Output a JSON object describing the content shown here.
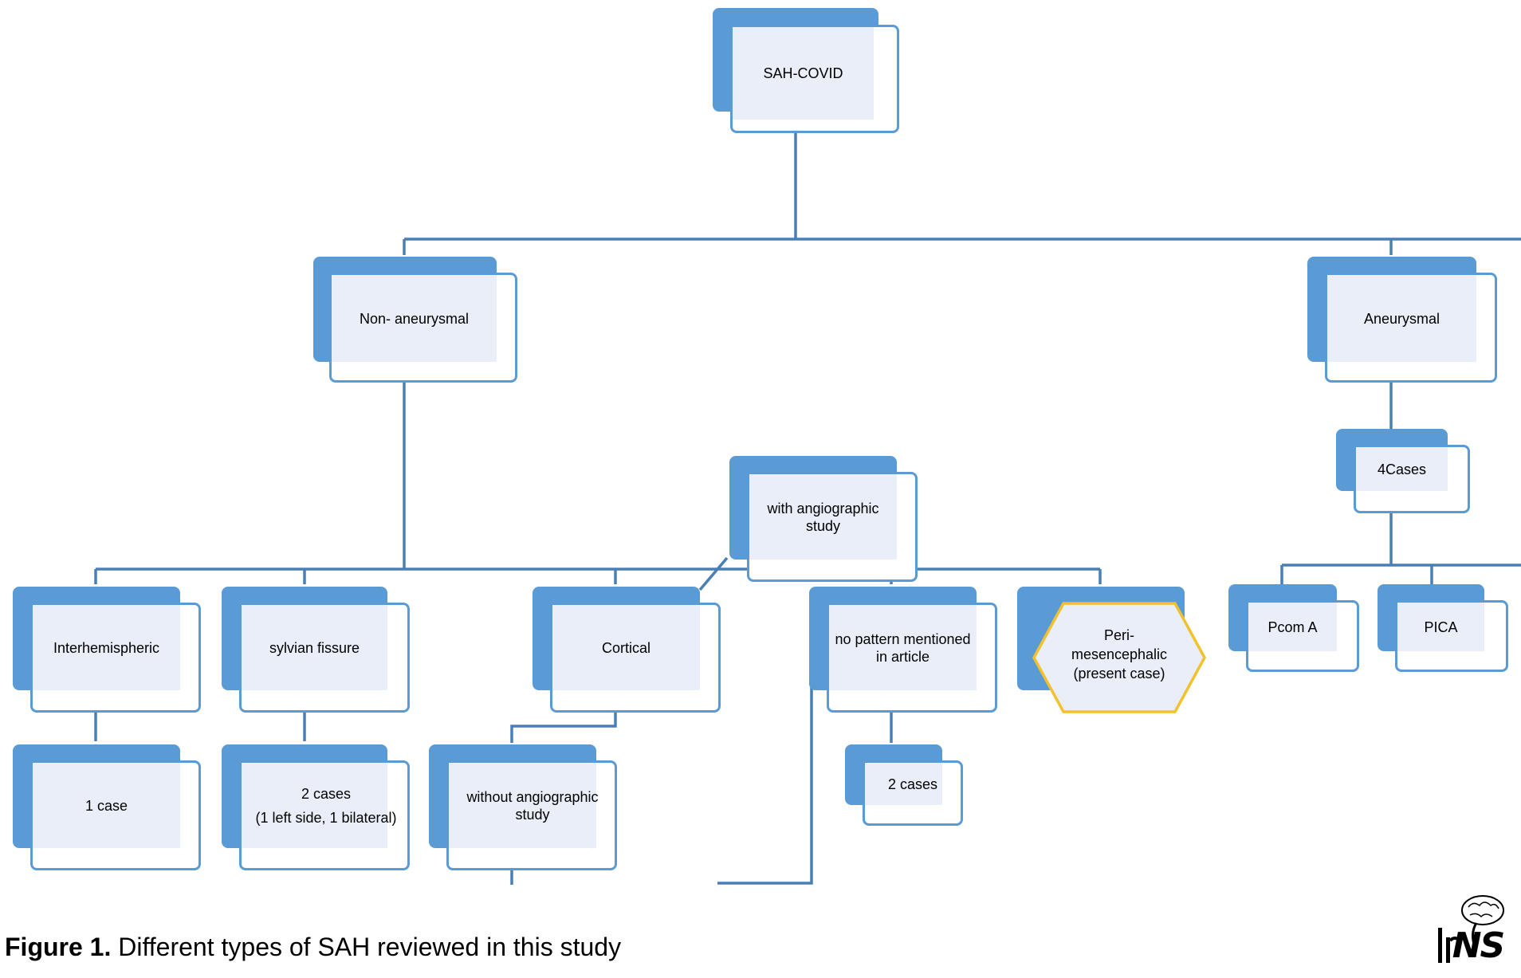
{
  "diagram": {
    "nodes": {
      "root": "SAH-COVID",
      "non_aneurysmal": "Non- aneurysmal",
      "aneurysmal": "Aneurysmal",
      "four_cases": "4Cases",
      "with_angio": "with angiographic\nstudy",
      "interhemispheric": "Interhemispheric",
      "sylvian": "sylvian fissure",
      "cortical": "Cortical",
      "no_pattern": "no pattern mentioned\nin article",
      "perimesencephalic": "Peri-\nmesencephalic\n(present case)",
      "pcom": "Pcom A",
      "pica": "PICA",
      "one_case": "1 case",
      "two_cases_sylvian": "2 cases\n(1 left side, 1 bilateral)",
      "without_angio": "without angiographic\nstudy",
      "two_cases_nopattern": "2 cases"
    },
    "colors": {
      "connector": "#4a7fb5",
      "back_box": "#5b9bd5",
      "front_fill": "#e9eef8",
      "highlight": "#f2c12e"
    }
  },
  "caption": {
    "prefix": "Figure 1.",
    "text": " Different types of SAH reviewed in this study"
  },
  "logo": {
    "text": "NS",
    "icon": "brain-spine-logo-icon"
  }
}
